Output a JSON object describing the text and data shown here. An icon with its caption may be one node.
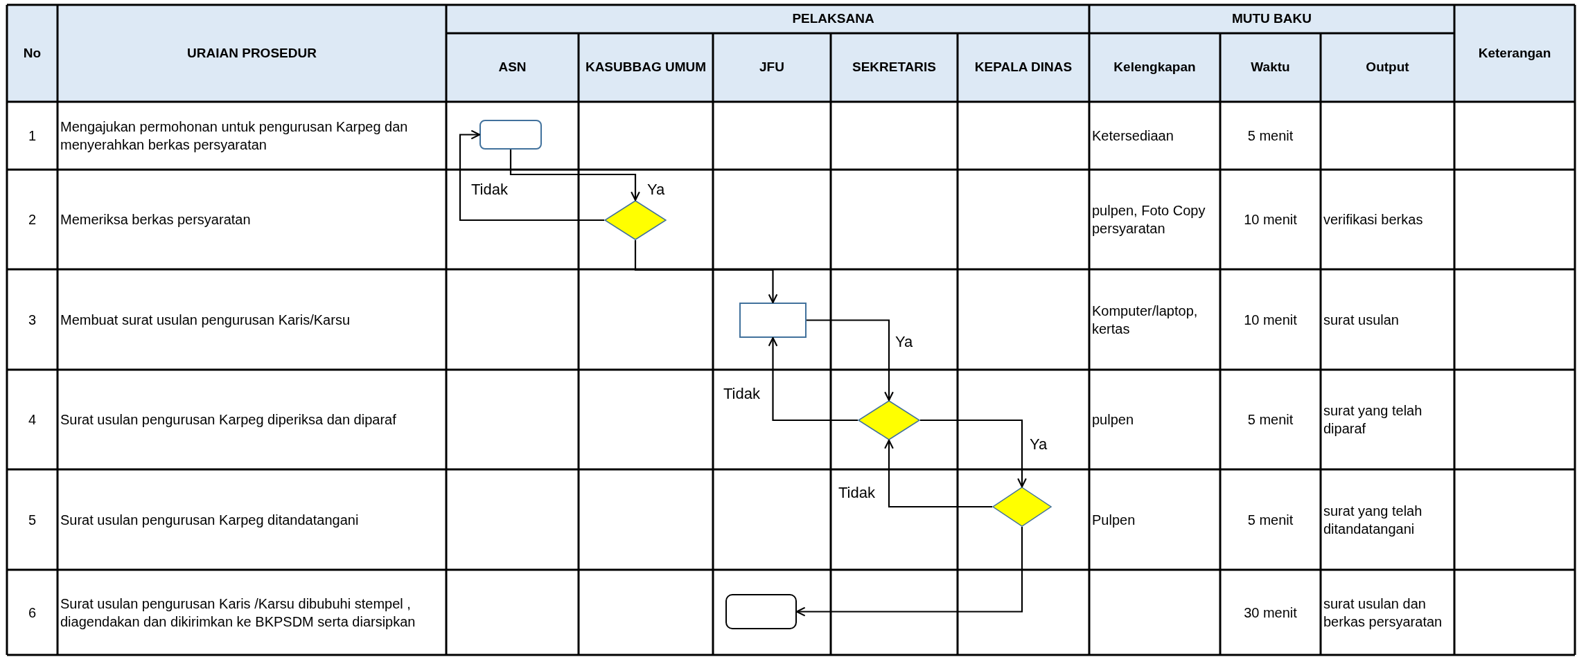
{
  "diagram": {
    "nodes": [
      {
        "text": [],
        "shape": "box"
      },
      {
        "text": [],
        "shape": "diamond"
      },
      {
        "text": [],
        "shape": "box"
      },
      {
        "text": [],
        "shape": "diamond"
      },
      {
        "text": [],
        "shape": "diamond"
      },
      {
        "text": [],
        "shape": "box"
      }
    ],
    "edges": [
      {
        "from": 0,
        "to": 1,
        "arrow": "to",
        "label": "Ya"
      },
      {
        "from": 1,
        "to": 0,
        "arrow": "to",
        "label": "Tidak"
      },
      {
        "from": 1,
        "to": 2,
        "arrow": "to"
      },
      {
        "from": 2,
        "to": 3,
        "arrow": "to",
        "label": "Ya"
      },
      {
        "from": 3,
        "to": 2,
        "arrow": "to",
        "label": "Tidak"
      },
      {
        "from": 3,
        "to": 4,
        "arrow": "to",
        "label": "Ya"
      },
      {
        "from": 4,
        "to": 3,
        "arrow": "to",
        "label": "Tidak"
      },
      {
        "from": 4,
        "to": 5,
        "arrow": "to"
      }
    ],
    "labels": [
      "No",
      "URAIAN PROSEDUR",
      "PELAKSANA",
      "MUTU BAKU",
      "Keterangan",
      "ASN",
      "KASUBBAG UMUM",
      "JFU",
      "SEKRETARIS",
      "KEPALA DINAS",
      "Kelengkapan",
      "Waktu",
      "Output",
      "1",
      "Mengajukan permohonan untuk pengurusan Karpeg dan menyerahkan berkas persyaratan",
      "Ketersediaan",
      "5 menit",
      "2",
      "Memeriksa berkas persyaratan",
      "pulpen, Foto Copy persyaratan",
      "10 menit",
      "verifikasi berkas",
      "3",
      "Membuat surat usulan pengurusan Karis/Karsu",
      "Komputer/laptop, kertas",
      "10 menit",
      "surat usulan",
      "4",
      "Surat usulan pengurusan Karpeg diperiksa dan diparaf",
      "pulpen",
      "5 menit",
      "surat yang telah diparaf",
      "5",
      "Surat usulan pengurusan Karpeg ditandatangani",
      "Pulpen",
      "5 menit",
      "surat yang telah ditandatangani",
      "6",
      "Surat usulan pengurusan Karis /Karsu dibubuhi stempel , diagendakan dan dikirimkan ke BKPSDM serta diarsipkan",
      "30 menit",
      "surat usulan dan berkas persyaratan"
    ]
  }
}
